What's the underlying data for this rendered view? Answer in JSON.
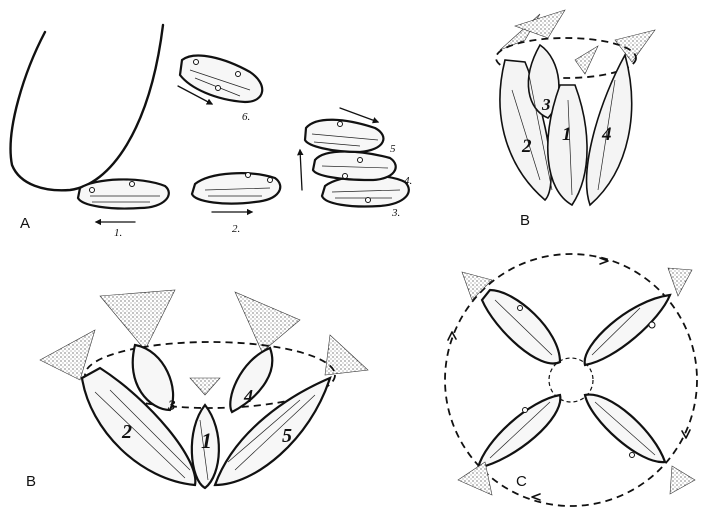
{
  "panels": {
    "a": {
      "label": "A",
      "steps": [
        "1.",
        "2.",
        "3.",
        "4.",
        "5",
        "6."
      ]
    },
    "b_top": {
      "label": "B",
      "cells": [
        "1",
        "2",
        "3",
        "4"
      ]
    },
    "b_bottom": {
      "label": "B",
      "cells": [
        "1",
        "2",
        "3",
        "4",
        "5"
      ]
    },
    "c": {
      "label": "C"
    }
  }
}
